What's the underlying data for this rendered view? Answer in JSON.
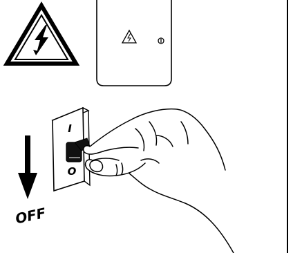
{
  "switch": {
    "on_label": "I",
    "off_label": "O"
  },
  "instruction": {
    "label": "OFF"
  },
  "icons": {
    "warning": "high-voltage-warning-icon",
    "panel_warning": "small-high-voltage-icon",
    "power": "power-icon",
    "arrow": "arrow-down-icon"
  }
}
